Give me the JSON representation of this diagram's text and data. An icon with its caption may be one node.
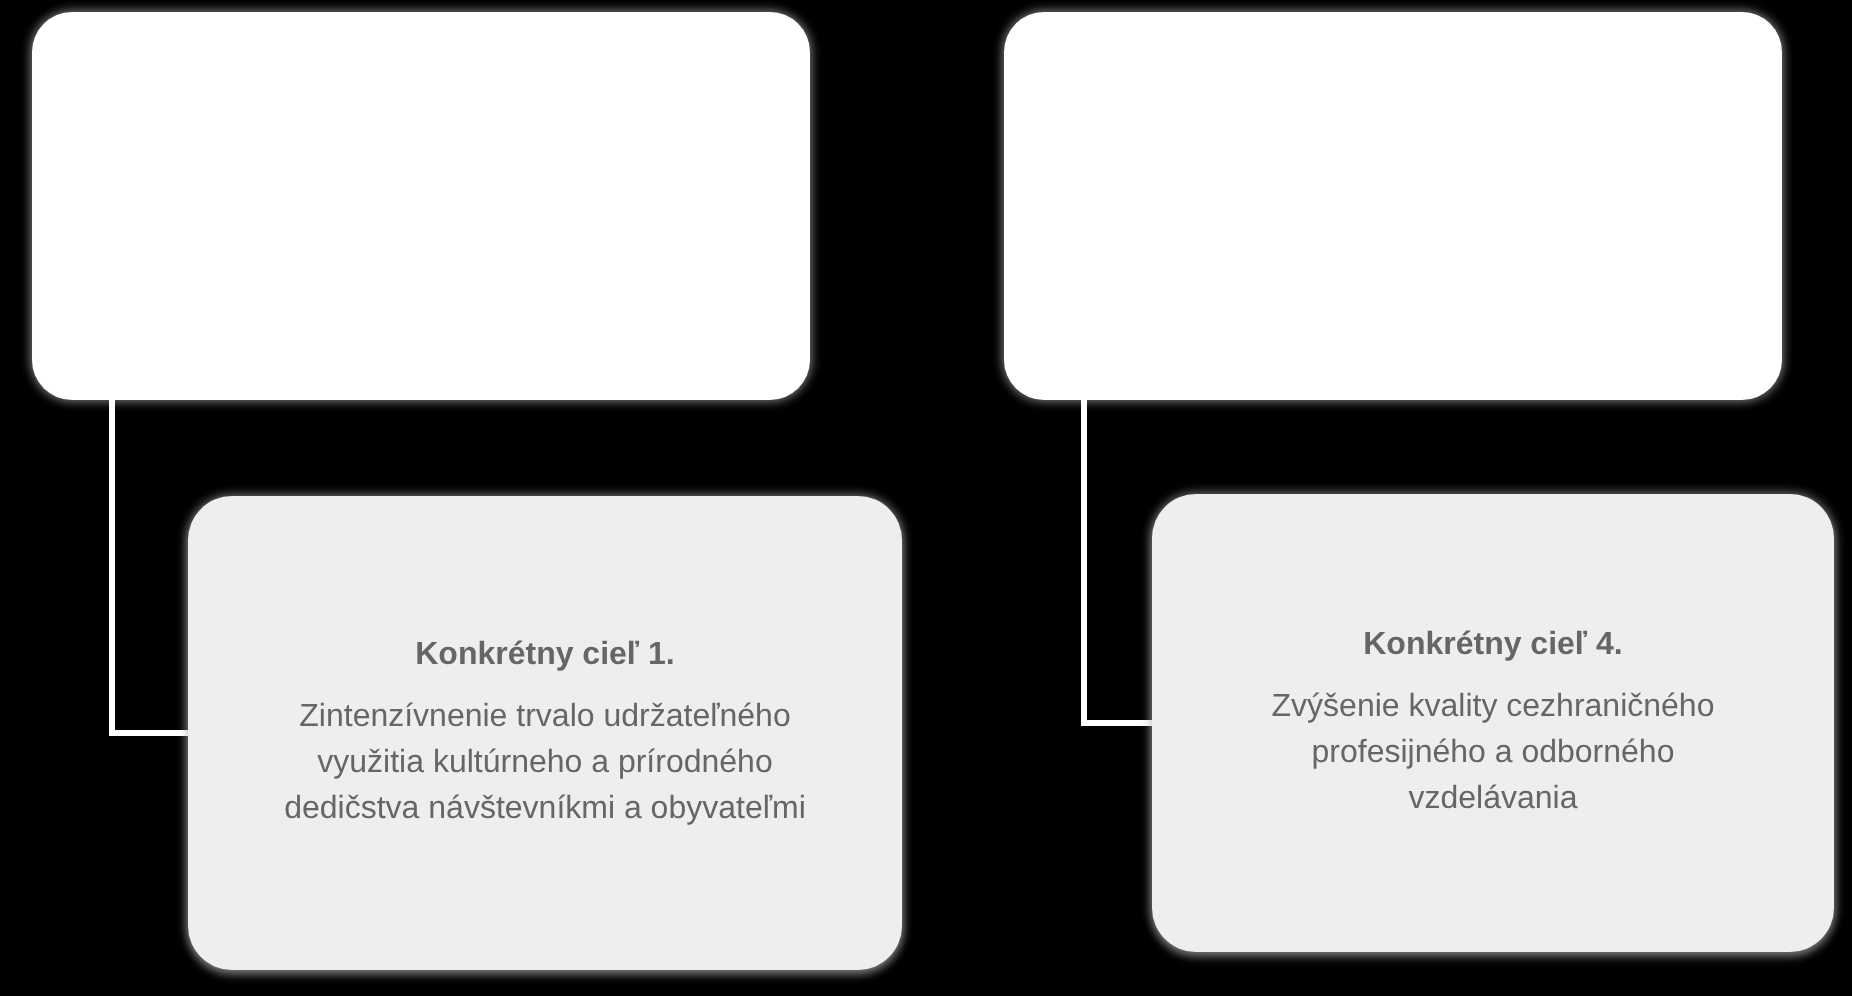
{
  "diagram": {
    "nodes": [
      {
        "text": [],
        "shape": "box"
      },
      {
        "text": [
          "Konkrétny cieľ 1.",
          "Zintenzívnenie trvalo udržateľného využitia kultúrneho a prírodného dedičstva návštevníkmi a obyvateľmi"
        ]
      },
      {
        "text": [],
        "shape": "box"
      },
      {
        "text": [
          "Konkrétny cieľ 4.",
          "Zvýšenie kvality cezhraničného profesijného a odborného vzdelávania"
        ]
      }
    ],
    "edges": [
      {
        "from": 0,
        "to": 1,
        "arrow": "none"
      },
      {
        "from": 2,
        "to": 3,
        "arrow": "none"
      }
    ]
  }
}
